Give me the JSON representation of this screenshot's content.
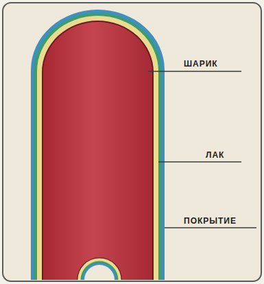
{
  "diagram": {
    "labels": [
      "ШАРИК",
      "ЛАК",
      "ПОКРЫТИЕ"
    ]
  }
}
